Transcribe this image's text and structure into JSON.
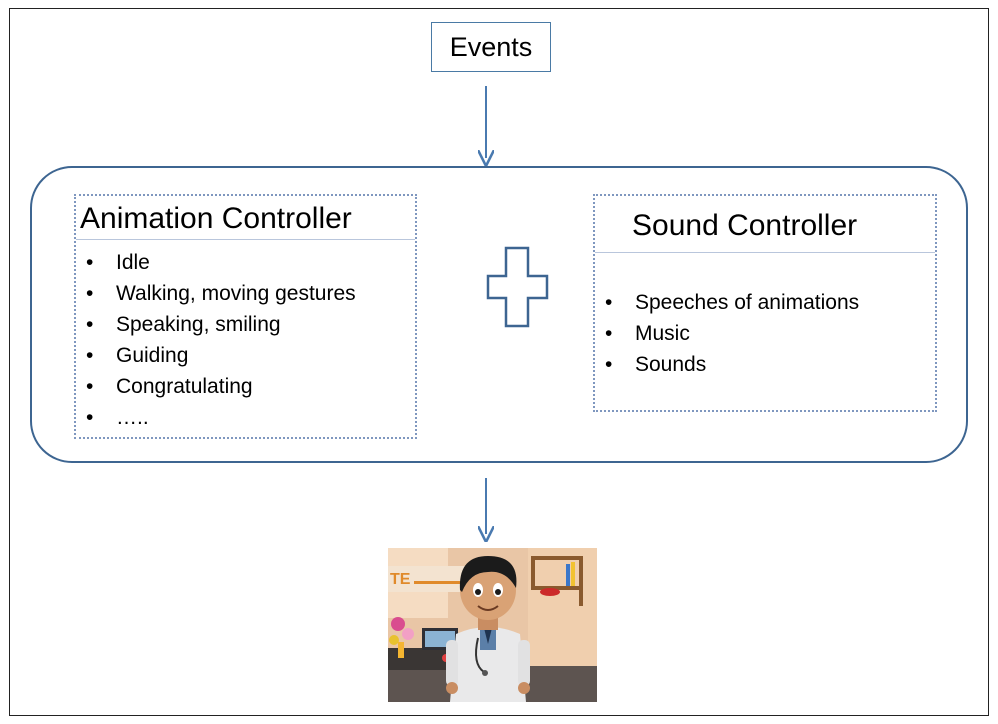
{
  "events": {
    "label": "Events"
  },
  "animation_controller": {
    "title": "Animation Controller",
    "items": [
      "Idle",
      "Walking, moving gestures",
      "Speaking, smiling",
      "Guiding",
      "Congratulating",
      "….."
    ]
  },
  "sound_controller": {
    "title": "Sound Controller",
    "items": [
      "Speeches of  animations",
      "Music",
      "Sounds"
    ]
  },
  "plus_symbol": {
    "icon": "plus-outline-icon"
  },
  "output_image": {
    "icon": "animated-doctor-character-illustration",
    "sign_text": "TE"
  },
  "colors": {
    "arrow": "#4a7ab0",
    "container_border": "#3d6591",
    "dotted_border": "#7f97bf"
  }
}
